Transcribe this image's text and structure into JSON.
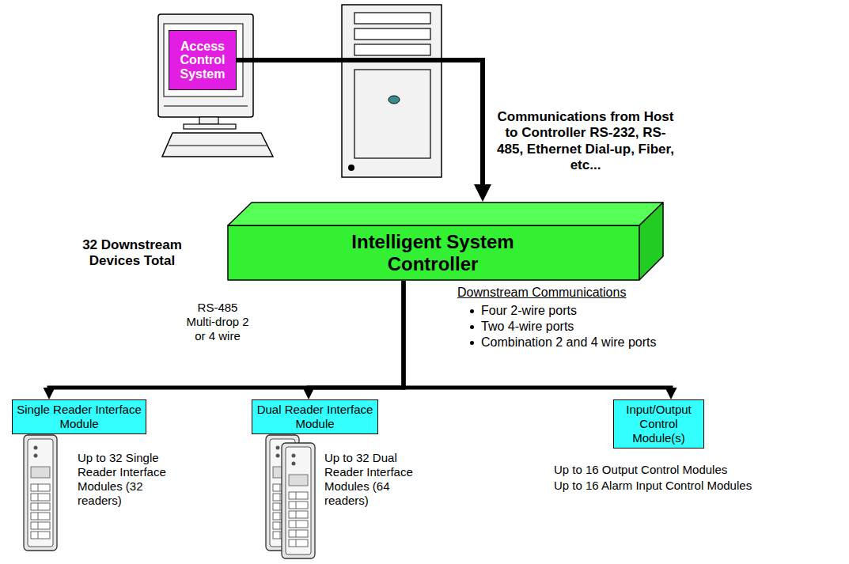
{
  "diagram": {
    "nodes": [
      {
        "text": [
          "Access Control System"
        ]
      },
      {
        "text": [
          "Intelligent System Controller"
        ]
      },
      {
        "text": [
          "Single Reader Interface Module"
        ]
      },
      {
        "text": [
          "Dual Reader Interface Module"
        ]
      },
      {
        "text": [
          "Input/Output Control Module(s)"
        ]
      }
    ],
    "edges": [
      {
        "from": 0,
        "to": 1,
        "arrow": "to",
        "label": "Communications from Host to Controller RS-232, RS-485, Ethernet Dial-up, Fiber, etc..."
      },
      {
        "from": 1,
        "to": 2,
        "arrow": "to"
      },
      {
        "from": 1,
        "to": 3,
        "arrow": "to"
      },
      {
        "from": 1,
        "to": 4,
        "arrow": "to"
      }
    ],
    "labels": [
      "32 Downstream Devices Total",
      "RS-485 Multi-drop 2 or 4 wire",
      "Downstream Communications",
      "Four 2-wire ports",
      "Two 4-wire ports",
      "Combination 2 and 4 wire ports",
      "Up to 32 Single Reader Interface Modules (32 readers)",
      "Up to 32 Dual Reader Interface Modules (64 readers)",
      "Up to 16 Output Control Modules",
      "Up to 16 Alarm Input Control Modules"
    ]
  }
}
